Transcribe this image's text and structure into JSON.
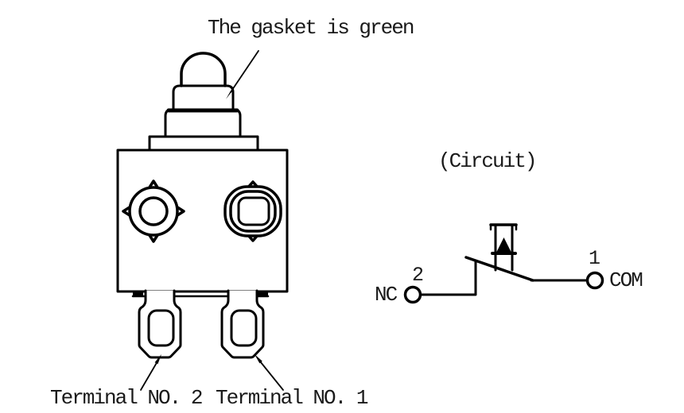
{
  "colors": {
    "line": "#000000",
    "text": "#1a1a1a",
    "background": "#ffffff"
  },
  "front_view": {
    "gasket_note": "The gasket is green",
    "terminal2_label": "Terminal NO. 2",
    "terminal1_label": "Terminal NO. 1"
  },
  "circuit": {
    "title": "(Circuit)",
    "nc_label": "NC",
    "com_label": "COM",
    "nc_pin_number": "2",
    "com_pin_number": "1"
  }
}
